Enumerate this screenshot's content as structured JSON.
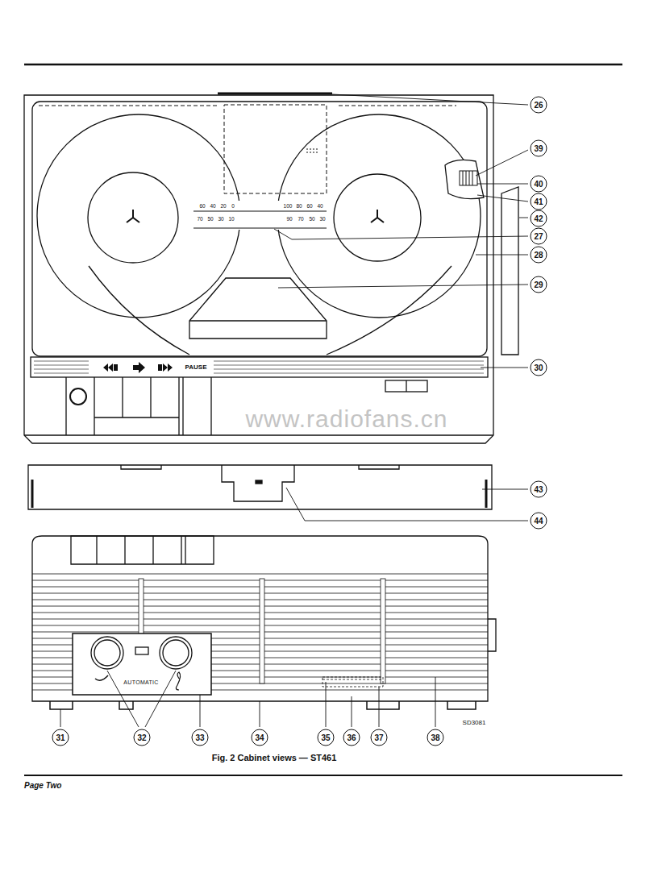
{
  "diagram": {
    "caption": "Fig. 2 Cabinet views — ST461",
    "labels": [
      "26",
      "39",
      "40",
      "41",
      "42",
      "27",
      "28",
      "29",
      "30",
      "60",
      "40",
      "20",
      "0",
      "70",
      "50",
      "30",
      "10",
      "100",
      "80",
      "60",
      "40",
      "90",
      "70",
      "50",
      "30",
      "PAUSE",
      "43",
      "44",
      "AUTOMATIC",
      "31",
      "32",
      "33",
      "34",
      "35",
      "36",
      "37",
      "38",
      "SD3081",
      "Page Two",
      "www.radiofans.cn"
    ]
  }
}
